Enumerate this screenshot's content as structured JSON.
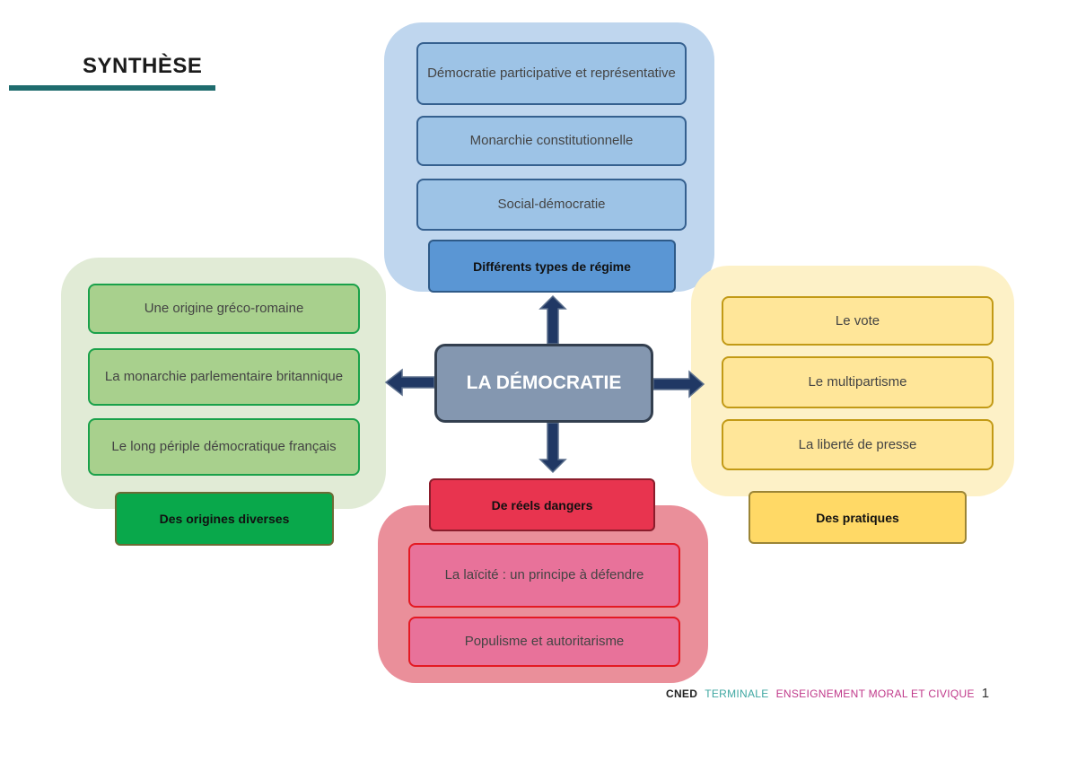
{
  "header": {
    "title": "SYNTHÈSE"
  },
  "center": {
    "label": "LA DÉMOCRATIE"
  },
  "regimes": {
    "heading": "Différents types de régime",
    "items": [
      "Démocratie participative et représentative",
      "Monarchie constitutionnelle",
      "Social-démocratie"
    ]
  },
  "origines": {
    "heading": "Des origines diverses",
    "items": [
      "Une origine gréco-romaine",
      "La monarchie parlementaire britannique",
      "Le long périple démocratique français"
    ]
  },
  "pratiques": {
    "heading": "Des pratiques",
    "items": [
      "Le vote",
      "Le multipartisme",
      "La liberté de presse"
    ]
  },
  "dangers": {
    "heading": "De réels dangers",
    "items": [
      "La laïcité : un principe à défendre",
      "Populisme et autoritarisme"
    ]
  },
  "footer": {
    "brand": "CNED",
    "level": "TERMINALE",
    "subject": "ENSEIGNEMENT MORAL ET CIVIQUE",
    "page": "1"
  },
  "colors": {
    "accent_bar": "#1f6c6e",
    "center_fill": "#8497b0",
    "blue": "#9dc3e6",
    "green": "#a8d08d",
    "yellow": "#ffe699",
    "red": "#e8729a"
  }
}
